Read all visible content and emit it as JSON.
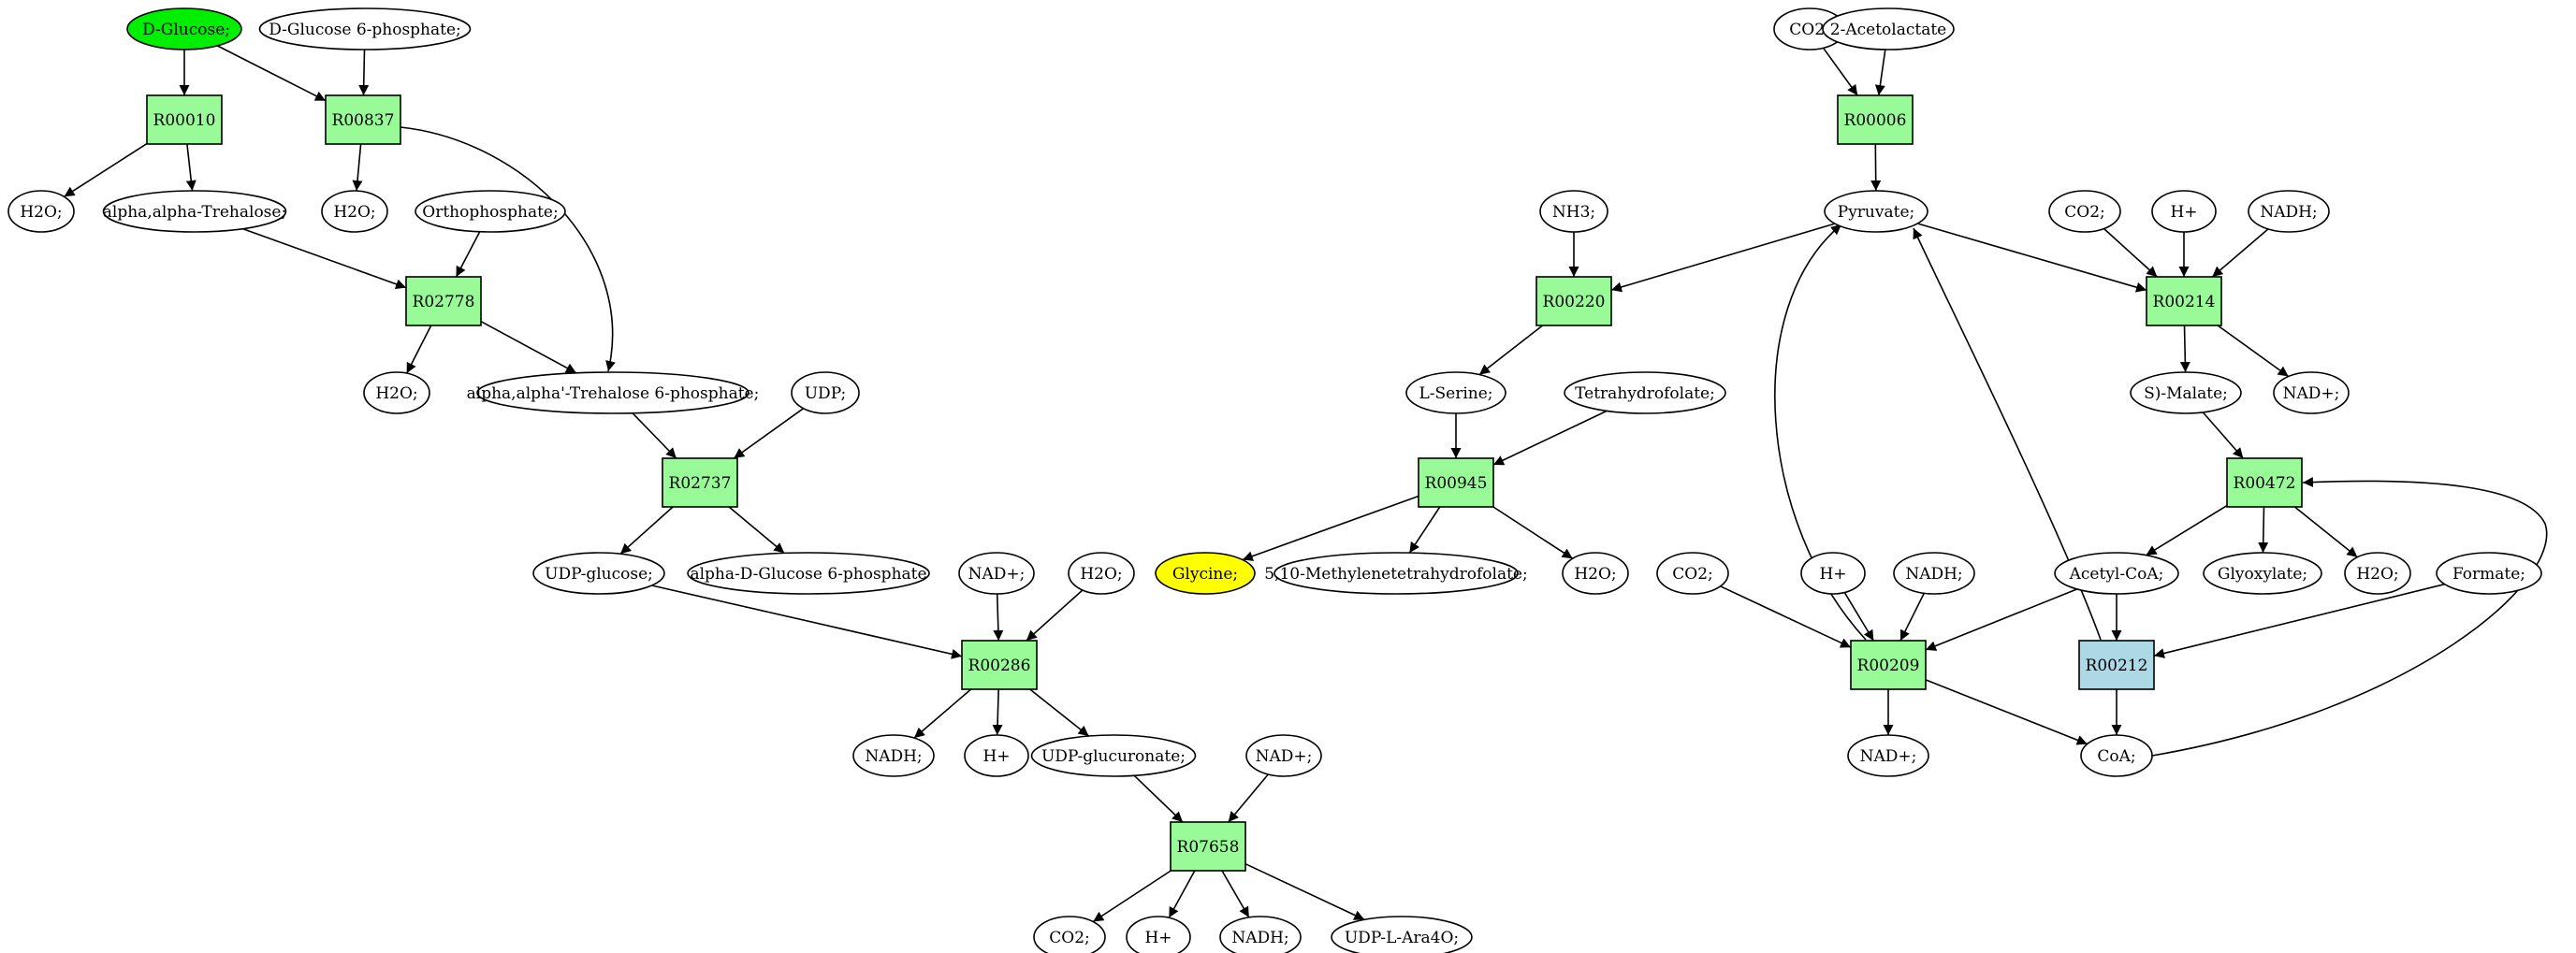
{
  "colors": {
    "background": "#ffffff",
    "compound_fill": "#ffffff",
    "compound_start": "#00ee00",
    "compound_target": "#ffff00",
    "reaction_fill": "#98fb98",
    "reaction_highlight": "#add8e6",
    "stroke": "#000000"
  },
  "compounds": [
    {
      "id": "c_dglucose",
      "label": "D-Glucose;",
      "role": "start"
    },
    {
      "id": "c_dg6p",
      "label": "D-Glucose 6-phosphate;"
    },
    {
      "id": "c_h2o_1",
      "label": "H2O;"
    },
    {
      "id": "c_trehalose",
      "label": "alpha,alpha-Trehalose;"
    },
    {
      "id": "c_h2o_2",
      "label": "H2O;"
    },
    {
      "id": "c_orthophosphate",
      "label": "Orthophosphate;"
    },
    {
      "id": "c_h2o_3",
      "label": "H2O;"
    },
    {
      "id": "c_tre6p",
      "label": "alpha,alpha'-Trehalose 6-phosphate;"
    },
    {
      "id": "c_udp",
      "label": "UDP;"
    },
    {
      "id": "c_udpglucose",
      "label": "UDP-glucose;"
    },
    {
      "id": "c_adg6p",
      "label": "alpha-D-Glucose 6-phosphate"
    },
    {
      "id": "c_nadp_1",
      "label": "NAD+;"
    },
    {
      "id": "c_h2o_4",
      "label": "H2O;"
    },
    {
      "id": "c_nadh_1",
      "label": "NADH;"
    },
    {
      "id": "c_hplus_1",
      "label": "H+"
    },
    {
      "id": "c_udpglucuronate",
      "label": "UDP-glucuronate;"
    },
    {
      "id": "c_nadp_2",
      "label": "NAD+;"
    },
    {
      "id": "c_co2_1",
      "label": "CO2;"
    },
    {
      "id": "c_hplus_2",
      "label": "H+"
    },
    {
      "id": "c_nadh_2",
      "label": "NADH;"
    },
    {
      "id": "c_udpara4o",
      "label": "UDP-L-Ara4O;"
    },
    {
      "id": "c_co2_2",
      "label": "CO2;"
    },
    {
      "id": "c_acetolactate",
      "label": "2-Acetolactate"
    },
    {
      "id": "c_pyruvate",
      "label": "Pyruvate;"
    },
    {
      "id": "c_nh3",
      "label": "NH3;"
    },
    {
      "id": "c_lserine",
      "label": "L-Serine;"
    },
    {
      "id": "c_thf",
      "label": "Tetrahydrofolate;"
    },
    {
      "id": "c_glycine",
      "label": "Glycine;",
      "role": "target"
    },
    {
      "id": "c_methylene_thf",
      "label": "5,10-Methylenetetrahydrofolate;"
    },
    {
      "id": "c_h2o_5",
      "label": "H2O;"
    },
    {
      "id": "c_co2_3",
      "label": "CO2;"
    },
    {
      "id": "c_hplus_3",
      "label": "H+"
    },
    {
      "id": "c_nadh_3",
      "label": "NADH;"
    },
    {
      "id": "c_smalate",
      "label": "S)-Malate;"
    },
    {
      "id": "c_nadp_3",
      "label": "NAD+;"
    },
    {
      "id": "c_co2_4",
      "label": "CO2;"
    },
    {
      "id": "c_hplus_4",
      "label": "H+"
    },
    {
      "id": "c_nadh_4",
      "label": "NADH;"
    },
    {
      "id": "c_acetylcoa",
      "label": "Acetyl-CoA;"
    },
    {
      "id": "c_glyoxylate",
      "label": "Glyoxylate;"
    },
    {
      "id": "c_h2o_6",
      "label": "H2O;"
    },
    {
      "id": "c_formate",
      "label": "Formate;"
    },
    {
      "id": "c_nadp_4",
      "label": "NAD+;"
    },
    {
      "id": "c_coa",
      "label": "CoA;"
    }
  ],
  "reactions": [
    {
      "id": "r_R00010",
      "label": "R00010"
    },
    {
      "id": "r_R00837",
      "label": "R00837"
    },
    {
      "id": "r_R02778",
      "label": "R02778"
    },
    {
      "id": "r_R02737",
      "label": "R02737"
    },
    {
      "id": "r_R00286",
      "label": "R00286"
    },
    {
      "id": "r_R07658",
      "label": "R07658"
    },
    {
      "id": "r_R00006",
      "label": "R00006"
    },
    {
      "id": "r_R00220",
      "label": "R00220"
    },
    {
      "id": "r_R00945",
      "label": "R00945"
    },
    {
      "id": "r_R00214",
      "label": "R00214"
    },
    {
      "id": "r_R00472",
      "label": "R00472"
    },
    {
      "id": "r_R00209",
      "label": "R00209"
    },
    {
      "id": "r_R00212",
      "label": "R00212",
      "role": "highlight"
    }
  ],
  "edges": [
    [
      "c_dglucose",
      "r_R00010"
    ],
    [
      "c_dglucose",
      "r_R00837"
    ],
    [
      "c_dg6p",
      "r_R00837"
    ],
    [
      "r_R00010",
      "c_h2o_1"
    ],
    [
      "r_R00010",
      "c_trehalose"
    ],
    [
      "r_R00837",
      "c_h2o_2"
    ],
    [
      "r_R00837",
      "c_tre6p"
    ],
    [
      "c_trehalose",
      "r_R02778"
    ],
    [
      "c_orthophosphate",
      "r_R02778"
    ],
    [
      "r_R02778",
      "c_h2o_3"
    ],
    [
      "r_R02778",
      "c_tre6p"
    ],
    [
      "c_tre6p",
      "r_R02737"
    ],
    [
      "c_udp",
      "r_R02737"
    ],
    [
      "r_R02737",
      "c_udpglucose"
    ],
    [
      "r_R02737",
      "c_adg6p"
    ],
    [
      "c_udpglucose",
      "r_R00286"
    ],
    [
      "c_nadp_1",
      "r_R00286"
    ],
    [
      "c_h2o_4",
      "r_R00286"
    ],
    [
      "r_R00286",
      "c_nadh_1"
    ],
    [
      "r_R00286",
      "c_hplus_1"
    ],
    [
      "r_R00286",
      "c_udpglucuronate"
    ],
    [
      "c_udpglucuronate",
      "r_R07658"
    ],
    [
      "c_nadp_2",
      "r_R07658"
    ],
    [
      "r_R07658",
      "c_co2_1"
    ],
    [
      "r_R07658",
      "c_hplus_2"
    ],
    [
      "r_R07658",
      "c_nadh_2"
    ],
    [
      "r_R07658",
      "c_udpara4o"
    ],
    [
      "c_co2_2",
      "r_R00006"
    ],
    [
      "c_acetolactate",
      "r_R00006"
    ],
    [
      "r_R00006",
      "c_pyruvate"
    ],
    [
      "c_pyruvate",
      "r_R00220"
    ],
    [
      "c_nh3",
      "r_R00220"
    ],
    [
      "r_R00220",
      "c_lserine"
    ],
    [
      "c_lserine",
      "r_R00945"
    ],
    [
      "c_thf",
      "r_R00945"
    ],
    [
      "r_R00945",
      "c_glycine"
    ],
    [
      "r_R00945",
      "c_methylene_thf"
    ],
    [
      "r_R00945",
      "c_h2o_5"
    ],
    [
      "c_pyruvate",
      "r_R00214"
    ],
    [
      "c_co2_4",
      "r_R00214"
    ],
    [
      "c_hplus_4",
      "r_R00214"
    ],
    [
      "c_nadh_4",
      "r_R00214"
    ],
    [
      "r_R00214",
      "c_smalate"
    ],
    [
      "r_R00214",
      "c_nadp_3"
    ],
    [
      "c_smalate",
      "r_R00472"
    ],
    [
      "c_coa",
      "r_R00472"
    ],
    [
      "r_R00472",
      "c_acetylcoa"
    ],
    [
      "r_R00472",
      "c_glyoxylate"
    ],
    [
      "r_R00472",
      "c_h2o_6"
    ],
    [
      "c_co2_3",
      "r_R00209"
    ],
    [
      "c_hplus_3",
      "r_R00209"
    ],
    [
      "c_nadh_3",
      "r_R00209"
    ],
    [
      "c_acetylcoa",
      "r_R00209"
    ],
    [
      "r_R00209",
      "c_pyruvate"
    ],
    [
      "r_R00209",
      "c_nadp_4"
    ],
    [
      "r_R00209",
      "c_coa"
    ],
    [
      "c_acetylcoa",
      "r_R00212"
    ],
    [
      "c_formate",
      "r_R00212"
    ],
    [
      "r_R00212",
      "c_pyruvate"
    ],
    [
      "r_R00212",
      "c_coa"
    ]
  ]
}
